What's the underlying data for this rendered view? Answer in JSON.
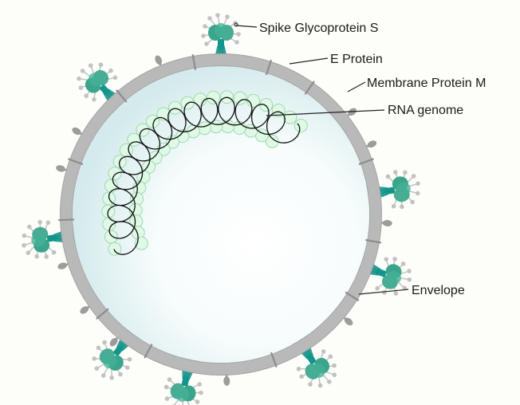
{
  "diagram": {
    "title": "Coronavirus structure",
    "labels": {
      "spike": "Spike Glycoprotein S",
      "e_protein": "E Protein",
      "membrane_protein": "Membrane Protein M",
      "rna": "RNA genome",
      "envelope": "Envelope"
    },
    "colors": {
      "background": "#fdfef9",
      "envelope": "#b8b8b8",
      "envelope_edge": "#9a9a9a",
      "interior_center": "#ffffff",
      "interior_edge": "#d7ecee",
      "spike_head": "#3aa58c",
      "spike_stalk": "#14958c",
      "glycan": "#c2c2c2",
      "m_protein": "#9c9c9c",
      "nucleocapsid": "#dff9e6",
      "nucleocapsid_edge": "#9fd8b0",
      "rna_strand": "#111111",
      "leader_line": "#222222"
    },
    "counts": {
      "spike_proteins": 8,
      "membrane_proteins": 10,
      "e_proteins": 12
    }
  }
}
